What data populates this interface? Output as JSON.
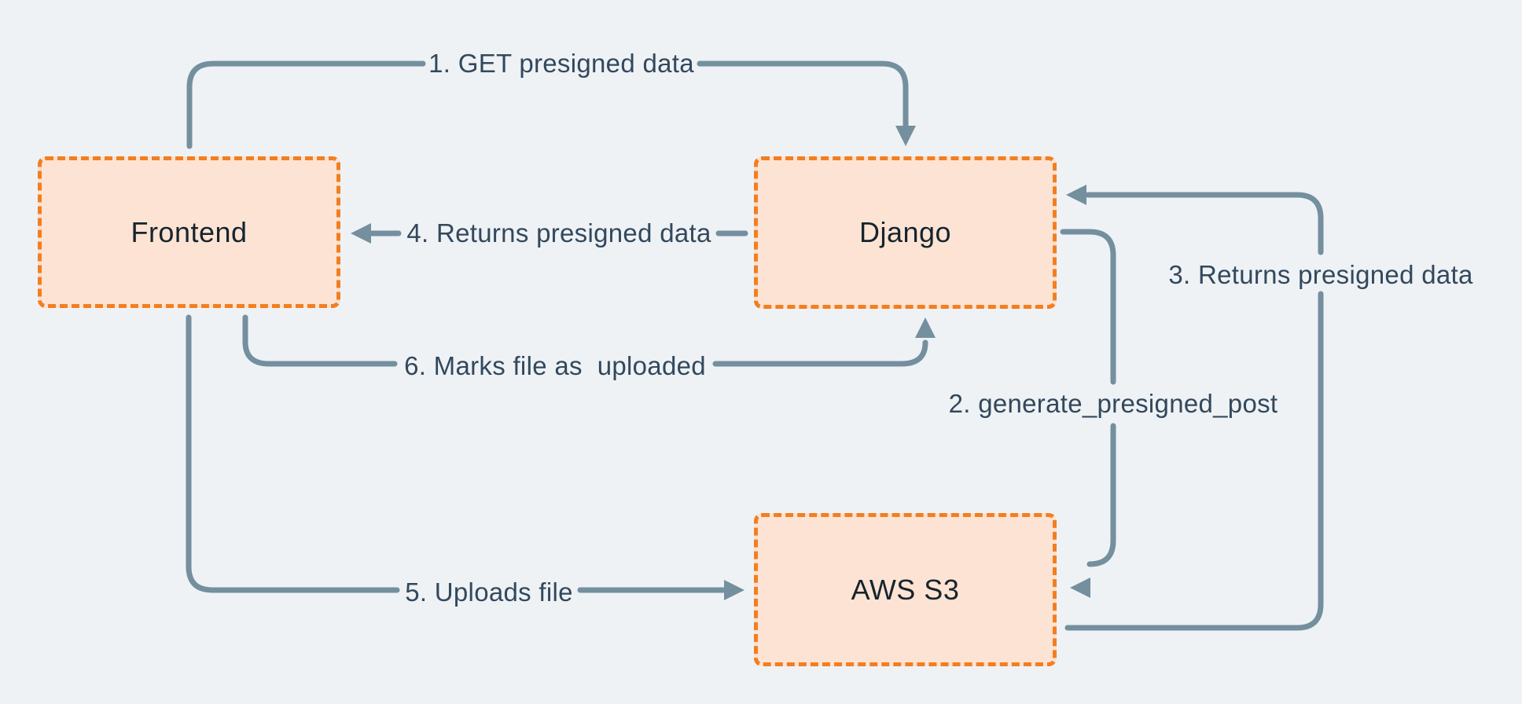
{
  "nodes": {
    "frontend": {
      "label": "Frontend"
    },
    "django": {
      "label": "Django"
    },
    "aws_s3": {
      "label": "AWS S3"
    }
  },
  "edges": {
    "e1": {
      "label": "1. GET presigned data",
      "from": "frontend",
      "to": "django"
    },
    "e2": {
      "label": "2. generate_presigned_post",
      "from": "django",
      "to": "aws_s3"
    },
    "e3": {
      "label": "3. Returns presigned data",
      "from": "aws_s3",
      "to": "django"
    },
    "e4": {
      "label": "4. Returns presigned data",
      "from": "django",
      "to": "frontend"
    },
    "e5": {
      "label": "5. Uploads file",
      "from": "frontend",
      "to": "aws_s3"
    },
    "e6": {
      "label": "6. Marks file as  uploaded",
      "from": "frontend",
      "to": "django"
    }
  },
  "colors": {
    "background": "#eef2f5",
    "arrow": "#748f9e",
    "edge_label_text": "#33485c",
    "node_fill": "#fde3d3",
    "node_border": "#f37e20",
    "node_text": "#16242e"
  }
}
